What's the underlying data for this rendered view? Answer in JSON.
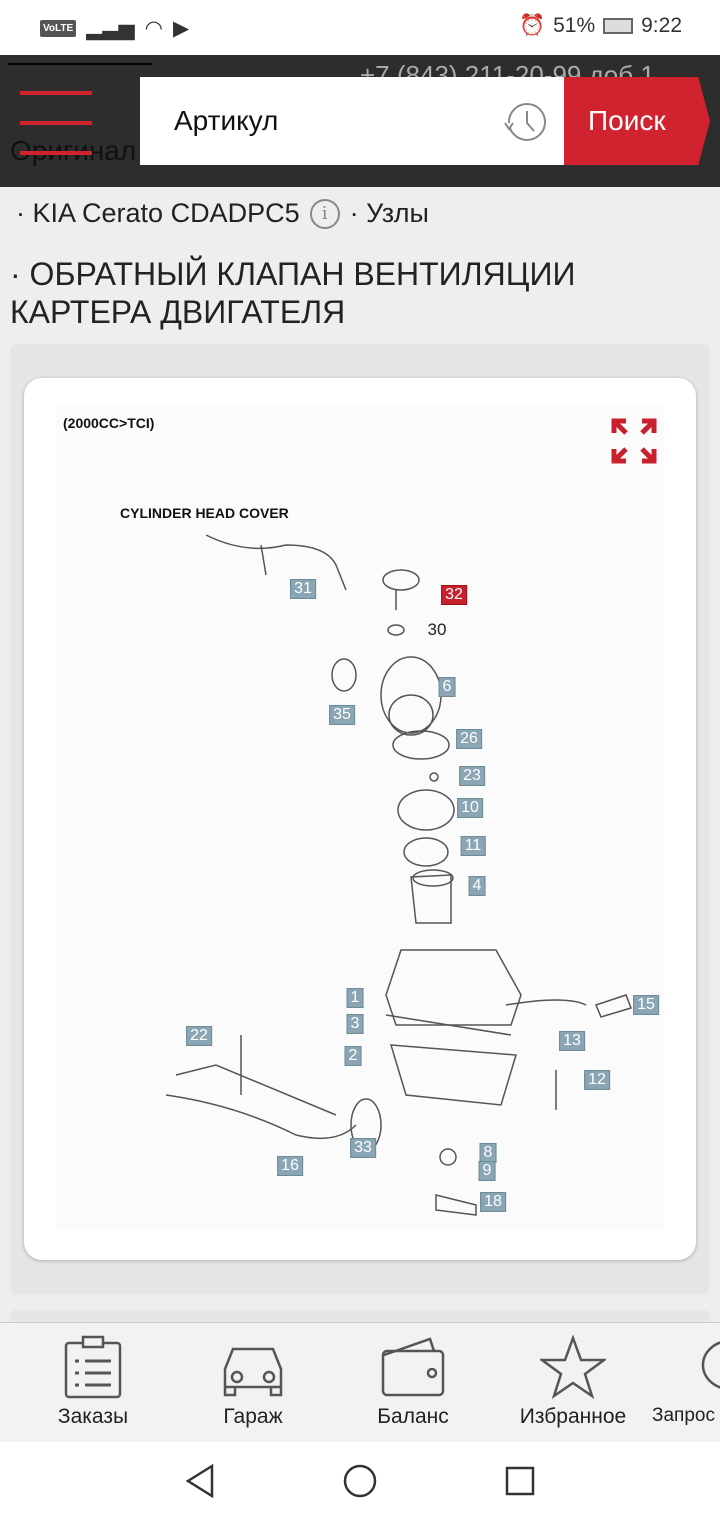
{
  "status": {
    "battery": "51%",
    "time": "9:22",
    "volte": "VoLTE"
  },
  "header": {
    "phone": "+7 (843) 211-20-99 доб.1",
    "subtitle": "Оригинал",
    "search_placeholder": "Артикул",
    "search_button": "Поиск"
  },
  "breadcrumb": {
    "model": "· KIA Cerato CDADPC5",
    "info": "i",
    "nodes": "· Узлы"
  },
  "page_title": "· ОБРАТНЫЙ КЛАПАН ВЕНТИЛЯЦИИ КАРТЕРА ДВИГАТЕЛЯ",
  "diagram": {
    "variant": "(2000CC>TCI)",
    "label": "CYLINDER HEAD COVER",
    "highlighted": "32",
    "callouts": [
      "31",
      "32",
      "30",
      "6",
      "35",
      "26",
      "23",
      "10",
      "11",
      "4",
      "1",
      "3",
      "2",
      "15",
      "13",
      "12",
      "22",
      "16",
      "33",
      "8",
      "9",
      "18"
    ]
  },
  "bottom_nav": [
    {
      "label": "Заказы",
      "icon": "orders-icon"
    },
    {
      "label": "Гараж",
      "icon": "car-icon"
    },
    {
      "label": "Баланс",
      "icon": "wallet-icon"
    },
    {
      "label": "Избранное",
      "icon": "star-icon"
    },
    {
      "label": "Запрос",
      "icon": "chat-icon"
    }
  ]
}
